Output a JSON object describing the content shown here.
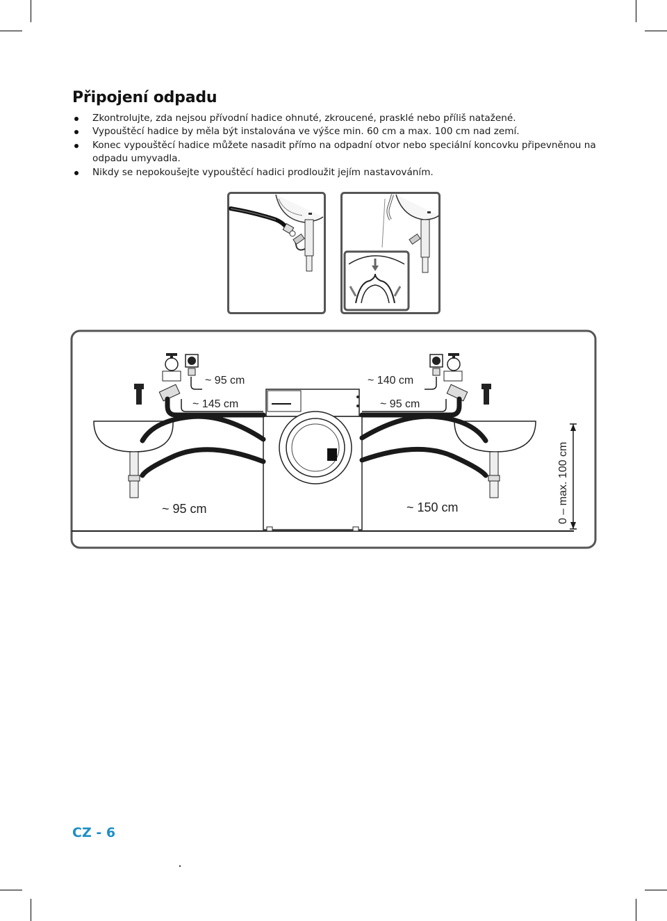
{
  "section": {
    "title": "Připojení odpadu",
    "bullets": [
      "Zkontrolujte, zda nejsou přívodní hadice ohnuté, zkroucené, prasklé nebo příliš natažené.",
      "Vypouštěcí hadice by měla být instalována ve výšce min. 60 cm a max. 100 cm nad zemí.",
      "Konec vypouštěcí hadice můžete nasadit přímo na odpadní otvor nebo speciální koncovku připevněnou na odpadu umyvadla.",
      "Nikdy se nepokoušejte vypouštěcí hadici prodloužit jejím nastavováním."
    ]
  },
  "diagram": {
    "labels": {
      "top_left_hose": "~ 95 cm",
      "top_left_inner": "~ 145 cm",
      "top_right_hose": "~ 140 cm",
      "top_right_inner": "~ 95 cm",
      "bottom_left": "~ 95 cm",
      "bottom_right": "~ 150 cm",
      "height_range": "0 – max. 100 cm"
    }
  },
  "footer": {
    "page_label": "CZ - 6"
  },
  "colors": {
    "accent": "#1e8fc6",
    "frame": "#555555",
    "hose": "#1a1a1a"
  }
}
